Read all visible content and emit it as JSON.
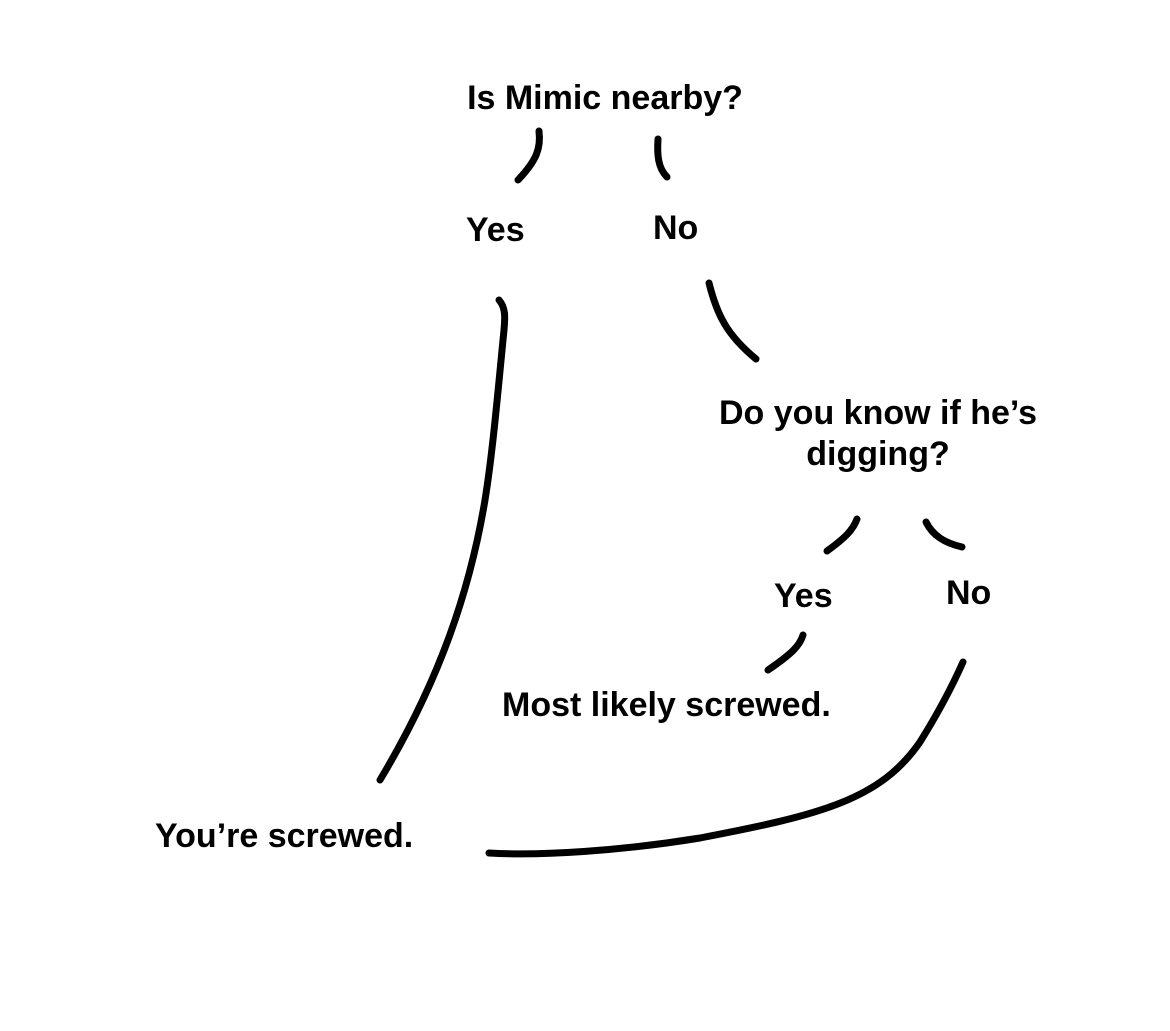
{
  "diagram": {
    "root_question": "Is Mimic nearby?",
    "root_yes": "Yes",
    "root_no": "No",
    "second_question": "Do you know if he’s digging?",
    "second_yes": "Yes",
    "second_no": "No",
    "outcome_likely": "Most likely screwed.",
    "outcome_screwed": "You’re screwed."
  },
  "colors": {
    "background": "#ffffff",
    "ink": "#000000"
  }
}
